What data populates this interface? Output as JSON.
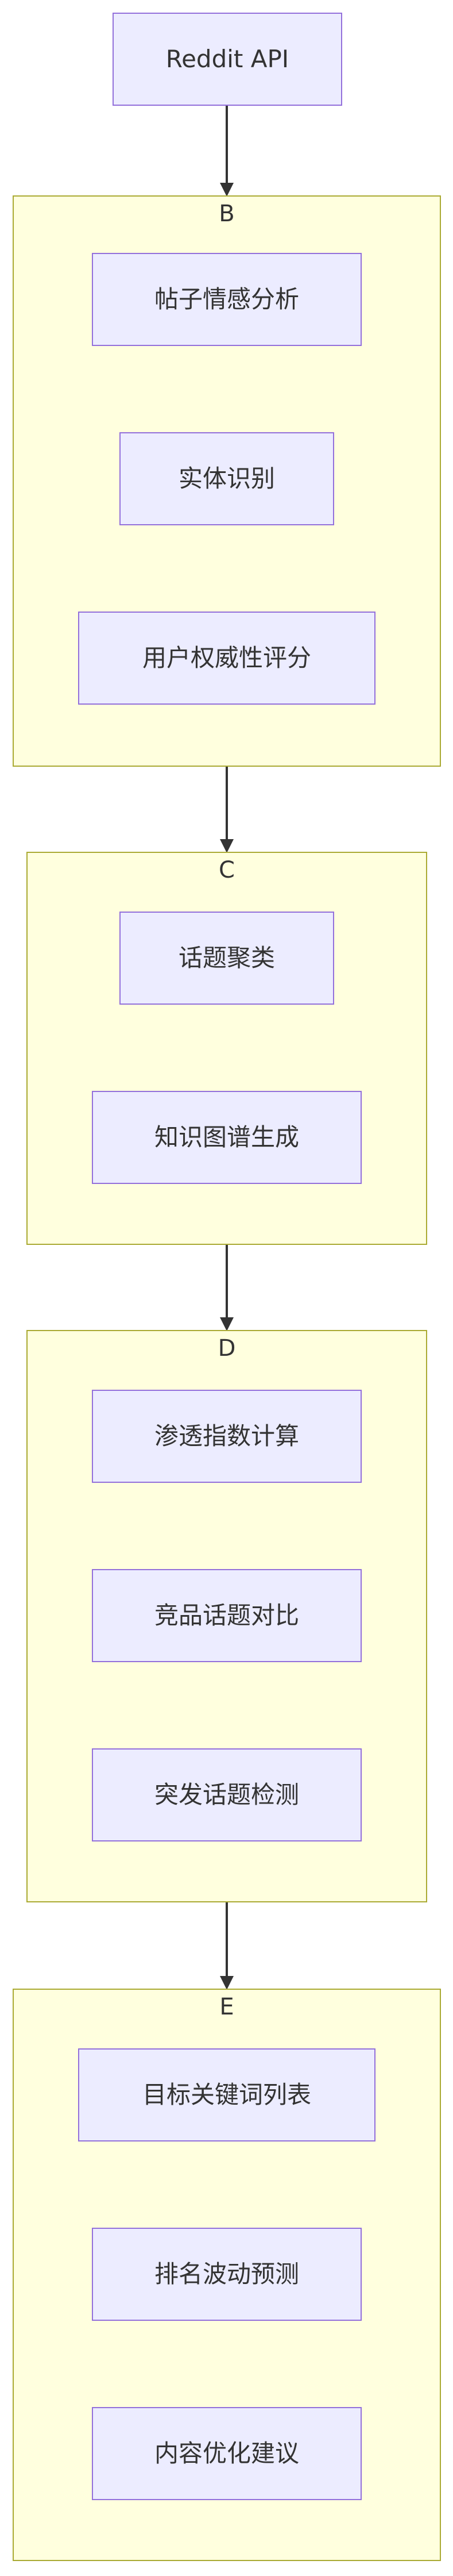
{
  "diagram": {
    "source": {
      "label": "Reddit API"
    },
    "groups": [
      {
        "id": "B",
        "label": "B",
        "nodes": [
          {
            "label": "帖子情感分析"
          },
          {
            "label": "实体识别"
          },
          {
            "label": "用户权威性评分"
          }
        ]
      },
      {
        "id": "C",
        "label": "C",
        "nodes": [
          {
            "label": "话题聚类"
          },
          {
            "label": "知识图谱生成"
          }
        ]
      },
      {
        "id": "D",
        "label": "D",
        "nodes": [
          {
            "label": "渗透指数计算"
          },
          {
            "label": "竞品话题对比"
          },
          {
            "label": "突发话题检测"
          }
        ]
      },
      {
        "id": "E",
        "label": "E",
        "nodes": [
          {
            "label": "目标关键词列表"
          },
          {
            "label": "排名波动预测"
          },
          {
            "label": "内容优化建议"
          }
        ]
      }
    ],
    "edges": [
      {
        "from": "Reddit API",
        "to": "B"
      },
      {
        "from": "B",
        "to": "C"
      },
      {
        "from": "C",
        "to": "D"
      },
      {
        "from": "D",
        "to": "E"
      }
    ],
    "colors": {
      "node_fill": "#ececff",
      "node_border": "#9370db",
      "cluster_fill": "#ffffde",
      "cluster_border": "#aaaa33",
      "edge": "#333333",
      "text": "#333333"
    }
  }
}
